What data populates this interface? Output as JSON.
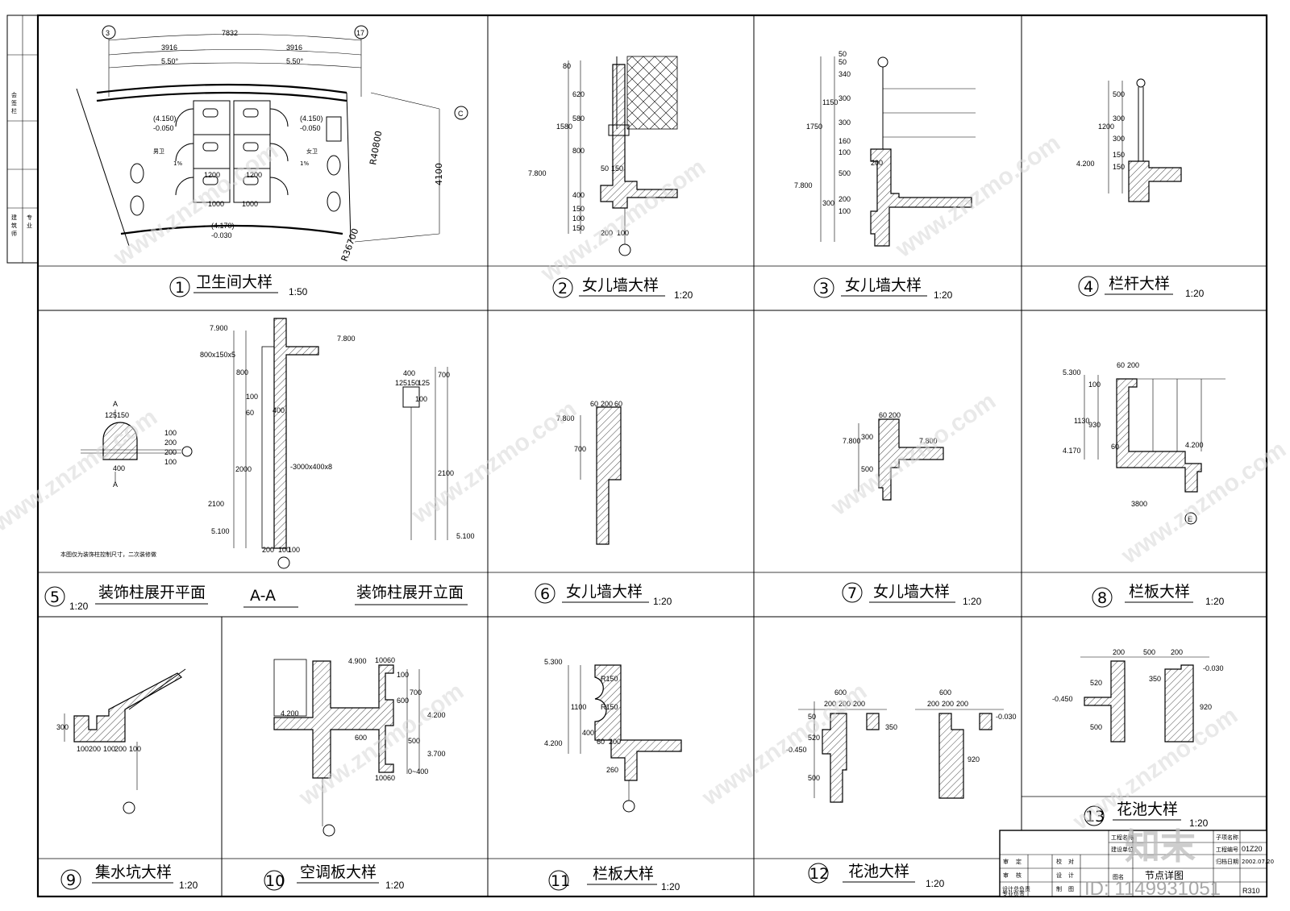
{
  "drawing": {
    "panels": [
      {
        "num": "1",
        "title": "卫生间大样",
        "scale": "1:50"
      },
      {
        "num": "2",
        "title": "女儿墙大样",
        "scale": "1:20"
      },
      {
        "num": "3",
        "title": "女儿墙大样",
        "scale": "1:20"
      },
      {
        "num": "4",
        "title": "栏杆大样",
        "scale": "1:20"
      },
      {
        "num": "5",
        "title": "装饰柱展开平面",
        "scale": "1:20"
      },
      {
        "num": "6",
        "title": "女儿墙大样",
        "scale": "1:20"
      },
      {
        "num": "7",
        "title": "女儿墙大样",
        "scale": "1:20"
      },
      {
        "num": "8",
        "title": "栏板大样",
        "scale": "1:20"
      },
      {
        "num": "9",
        "title": "集水坑大样",
        "scale": "1:20"
      },
      {
        "num": "10",
        "title": "空调板大样",
        "scale": "1:20"
      },
      {
        "num": "11",
        "title": "栏板大样",
        "scale": "1:20"
      },
      {
        "num": "12",
        "title": "花池大样",
        "scale": "1:20"
      },
      {
        "num": "13",
        "title": "花池大样",
        "scale": "1:20"
      }
    ],
    "section_label": "A-A",
    "elevation_title": "装饰柱展开立面",
    "note": "本图仅为装饰柱控制尺寸，二次装修做",
    "toilet": {
      "axis_left": "3",
      "axis_right": "17",
      "axis_c": "C",
      "dim_total": "7832",
      "dim_half1": "3916",
      "dim_half2": "3916",
      "angle1": "5.50°",
      "angle2": "5.50°",
      "male": "男卫",
      "female": "女卫",
      "lvl1": "(4.150)",
      "lvl1b": "-0.050",
      "lvl2": "(4.150)",
      "lvl2b": "-0.050",
      "lvl3": "(4.170)",
      "lvl3b": "-0.030",
      "r1": "R40800",
      "r2": "R36700",
      "depth": "4100",
      "w1": "1200",
      "w2": "1200",
      "w3": "1000",
      "w4": "1000",
      "slope": "1%"
    },
    "dims": {
      "p2": [
        "80",
        "620",
        "580",
        "1580",
        "800",
        "400",
        "150",
        "100",
        "150",
        "7.800",
        "200",
        "100",
        "50",
        "150"
      ],
      "p3": [
        "50",
        "50",
        "340",
        "1150",
        "300",
        "1750",
        "300",
        "160",
        "100",
        "500",
        "7.800",
        "300",
        "200",
        "100",
        "200"
      ],
      "p4": [
        "500",
        "1200",
        "300",
        "300",
        "150",
        "150",
        "4.200"
      ],
      "p5": [
        "A",
        "A",
        "125",
        "150",
        "400",
        "100",
        "200",
        "200",
        "100",
        "7.900",
        "7.800",
        "800x150x5",
        "800",
        "400",
        "100",
        "60",
        "2000",
        "2100",
        "5.100",
        "200",
        "100",
        "100",
        "400",
        "125",
        "150",
        "125",
        "700",
        "100",
        "2100",
        "5.100",
        "-3000x400x8"
      ],
      "p6": [
        "7.800",
        "60",
        "200",
        "60",
        "700"
      ],
      "p7": [
        "60",
        "200",
        "7.800",
        "7.800",
        "300",
        "500"
      ],
      "p8": [
        "5.300",
        "60",
        "200",
        "100",
        "1130",
        "930",
        "60",
        "4.170",
        "4.200",
        "3800",
        "E"
      ],
      "p9": [
        "300",
        "100",
        "200",
        "100",
        "200",
        "100"
      ],
      "p10": [
        "4.900",
        "100",
        "60",
        "100",
        "600",
        "700",
        "4.200",
        "4.200",
        "600",
        "500",
        "3.700",
        "100",
        "60",
        "0~400"
      ],
      "p11": [
        "5.300",
        "R150",
        "R150",
        "1100",
        "400",
        "4.200",
        "60",
        "200",
        "260"
      ],
      "p12": [
        "600",
        "200",
        "200",
        "200",
        "600",
        "200",
        "200",
        "200",
        "50",
        "520",
        "-0.450",
        "500",
        "350",
        "-0.030",
        "920"
      ],
      "p13": [
        "200",
        "500",
        "200",
        "-0.030",
        "520",
        "350",
        "-0.450",
        "500",
        "920"
      ]
    },
    "title_block": {
      "rows": [
        [
          "审",
          "定",
          "",
          "校",
          "对",
          ""
        ],
        [
          "审",
          "核",
          "",
          "设",
          "计",
          ""
        ],
        [
          "设计总负责",
          "",
          "",
          "制",
          "图",
          ""
        ],
        [
          "专业负责",
          "",
          "",
          "",
          "",
          ""
        ]
      ],
      "project_name": "工程名称",
      "build_unit": "建设单位",
      "sub_name": "子项名称",
      "proj_no": "工程编号",
      "proj_no_val": "01Z20",
      "date_label": "归档日期",
      "date_val": "2002.07.20",
      "drawing_label": "图名",
      "drawing_val": "节点详图",
      "sheet_no": "R310"
    },
    "side_strip": [
      "会",
      "签",
      "栏",
      "建",
      "筑",
      "师",
      "专",
      "业"
    ],
    "watermark": "www.znzmo.com",
    "brand": "知末",
    "brand_id": "ID: 1149931051"
  }
}
